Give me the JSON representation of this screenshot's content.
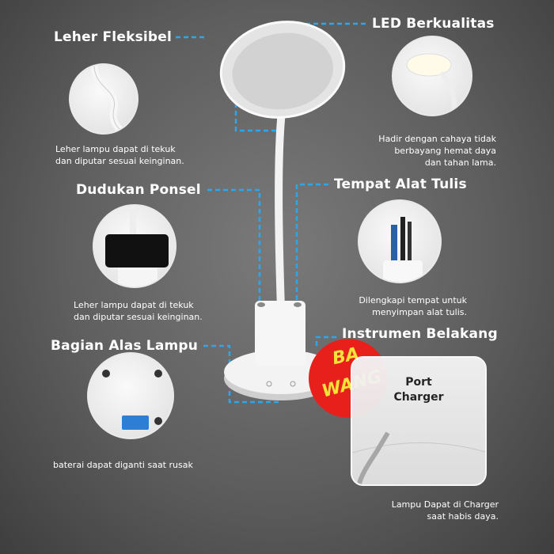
{
  "features": [
    {
      "title": "Leher Fleksibel",
      "caption": [
        "Leher lampu dapat di tekuk",
        "dan diputar sesuai keinginan."
      ]
    },
    {
      "title": "LED Berkualitas",
      "caption": [
        "Hadir dengan cahaya tidak",
        "berbayang hemat daya",
        "dan tahan lama."
      ]
    },
    {
      "title": "Dudukan Ponsel",
      "caption": [
        "Leher lampu dapat di tekuk",
        "dan diputar sesuai keinginan."
      ]
    },
    {
      "title": "Tempat Alat Tulis",
      "caption": [
        "Dilengkapi tempat untuk",
        "menyimpan alat tulis."
      ]
    },
    {
      "title": "Bagian Alas Lampu",
      "caption": [
        "baterai dapat diganti saat rusak"
      ]
    },
    {
      "title": "Instrumen Belakang",
      "caption": [
        "Lampu Dapat di Charger",
        "saat habis daya."
      ]
    }
  ],
  "port_label": [
    "Port",
    "Charger"
  ],
  "watermark": [
    "BA",
    "WANG"
  ],
  "colors": {
    "accent": "#2aa7ef",
    "watermark_red": "#e8201c",
    "watermark_yellow": "#f6e33a"
  }
}
